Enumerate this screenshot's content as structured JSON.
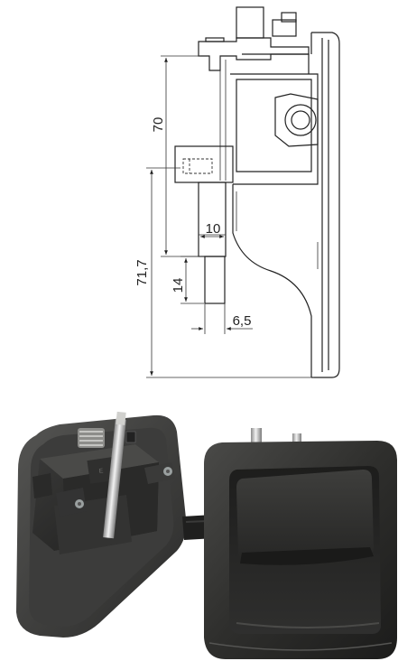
{
  "drawing": {
    "dimensions": {
      "d_70": "70",
      "d_71_7": "71,7",
      "d_14": "14",
      "d_10": "10",
      "d_6_5": "6,5"
    }
  },
  "photos": {
    "left": {
      "icon": "latch-mechanism-back-photo"
    },
    "right": {
      "icon": "recessed-handle-front-photo"
    }
  }
}
